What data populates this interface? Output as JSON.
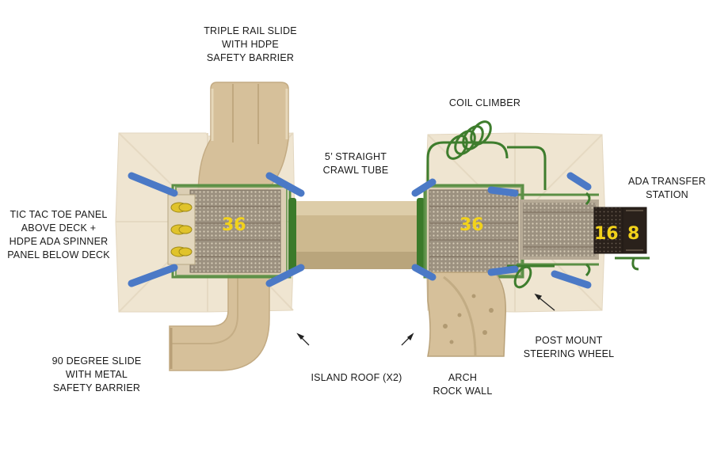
{
  "labels": {
    "triple_rail_slide": [
      "TRIPLE RAIL SLIDE",
      "WITH HDPE",
      "SAFETY BARRIER"
    ],
    "coil_climber": [
      "COIL CLIMBER"
    ],
    "crawl_tube": [
      "5’ STRAIGHT",
      "CRAWL TUBE"
    ],
    "ada_transfer": [
      "ADA TRANSFER",
      "STATION"
    ],
    "tic_tac_toe": [
      "TIC TAC TOE PANEL",
      "ABOVE DECK +",
      "HDPE ADA SPINNER",
      "PANEL BELOW DECK"
    ],
    "steering_wheel": [
      "POST MOUNT",
      "STEERING WHEEL"
    ],
    "degree_slide": [
      "90 DEGREE SLIDE",
      "WITH METAL",
      "SAFETY BARRIER"
    ],
    "island_roof": [
      "ISLAND ROOF (X2)"
    ],
    "arch_rock_wall": [
      "ARCH",
      "ROCK WALL"
    ]
  },
  "deck_heights": {
    "left_deck": "36",
    "right_deck": "36",
    "transfer_step_upper": "16",
    "transfer_step_lower": "8"
  },
  "colors": {
    "roof": "#efe3cc",
    "slide": "#d4be96",
    "tube": "#cdb98f",
    "post": "#4a78c4",
    "frame": "#4f8a3a",
    "deck": "#a59a86",
    "transfer": "#2a211b",
    "height_text": "#f2d21b"
  }
}
